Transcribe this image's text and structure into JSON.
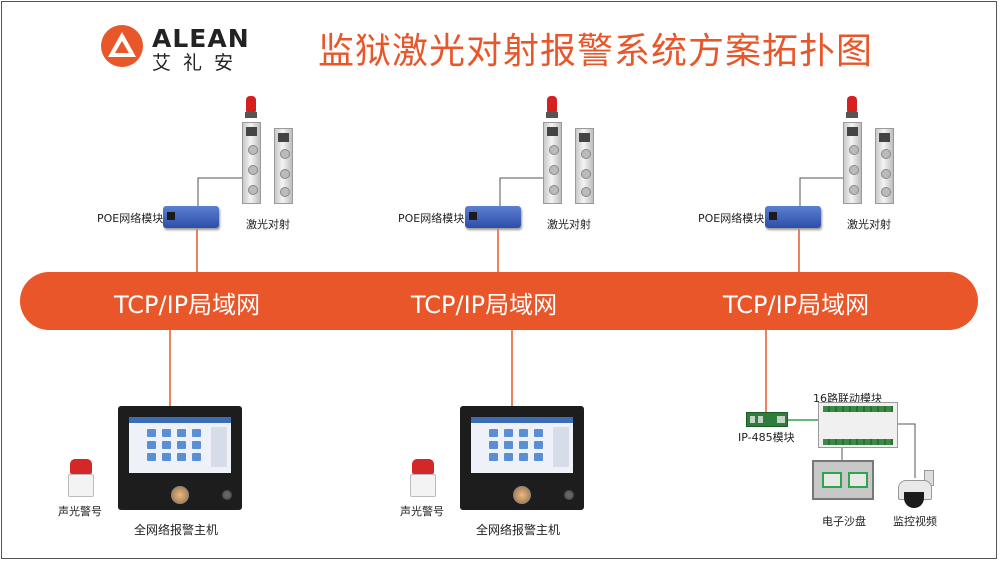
{
  "header": {
    "brand_en": "ALEAN",
    "brand_cn": "艾礼安",
    "title": "监狱激光对射报警系统方案拓扑图"
  },
  "network": {
    "lan_labels": [
      "TCP/IP局域网",
      "TCP/IP局域网",
      "TCP/IP局域网"
    ]
  },
  "top_units": [
    {
      "poe_label": "POE网络模块",
      "laser_label": "激光对射"
    },
    {
      "poe_label": "POE网络模块",
      "laser_label": "激光对射"
    },
    {
      "poe_label": "POE网络模块",
      "laser_label": "激光对射"
    }
  ],
  "bottom_hosts": [
    {
      "alarm_label": "声光警号",
      "host_label": "全网络报警主机"
    },
    {
      "alarm_label": "声光警号",
      "host_label": "全网络报警主机"
    }
  ],
  "right_branch": {
    "linkage_label": "16路联动模块",
    "ip485_label": "IP-485模块",
    "sandtable_label": "电子沙盘",
    "video_label": "监控视频"
  },
  "colors": {
    "accent": "#e8562a",
    "wire": "#e8562a",
    "device_wire": "#555555"
  }
}
